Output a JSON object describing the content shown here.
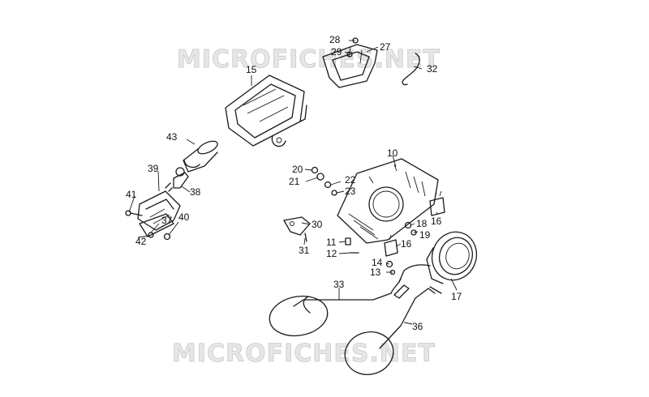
{
  "watermark": {
    "top": "MICROFICHES.NET",
    "bottom": "MICROFICHES.NET"
  },
  "callouts": {
    "c10": "10",
    "c11": "11",
    "c12": "12",
    "c13": "13",
    "c14": "14",
    "c15": "15",
    "c16a": "16",
    "c16b": "16",
    "c17": "17",
    "c18": "18",
    "c19": "19",
    "c20": "20",
    "c21": "21",
    "c22": "22",
    "c23": "23",
    "c27": "27",
    "c28": "28",
    "c29": "29",
    "c30": "30",
    "c31": "31",
    "c32": "32",
    "c33": "33",
    "c36": "36",
    "c37": "37",
    "c38": "38",
    "c39": "39",
    "c40": "40",
    "c41": "41",
    "c42": "42",
    "c43": "43"
  }
}
